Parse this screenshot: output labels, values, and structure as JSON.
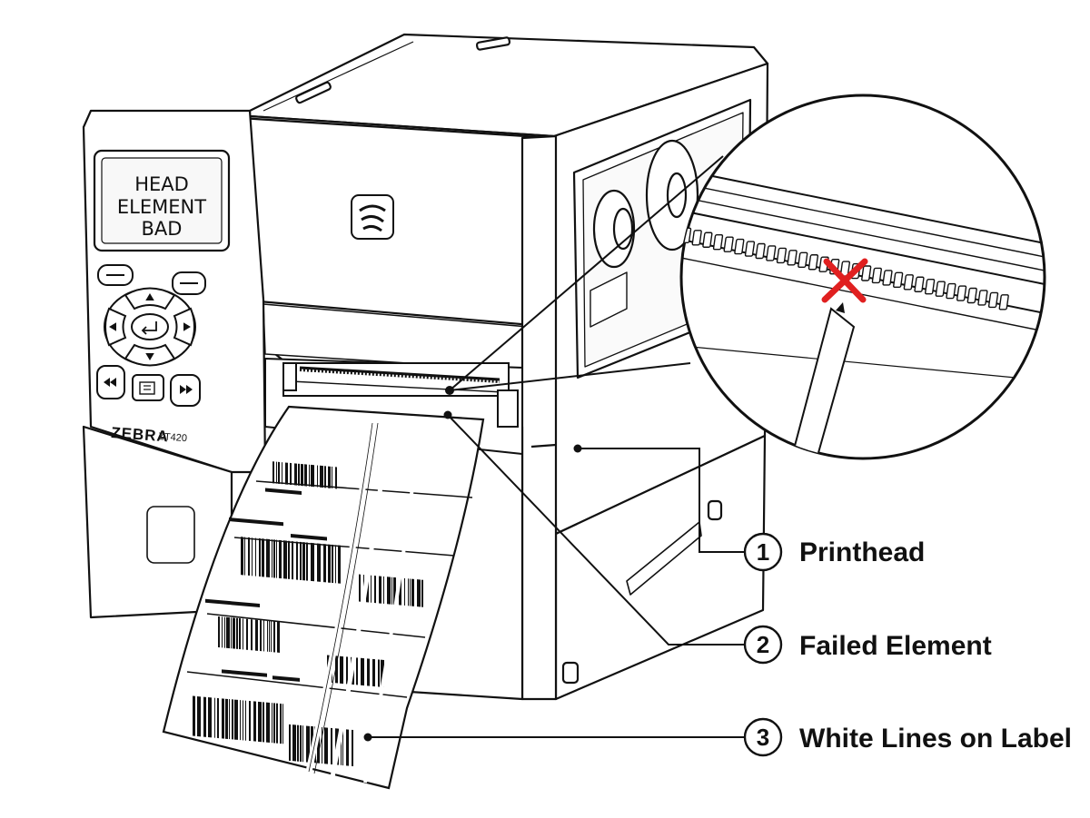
{
  "display": {
    "lines": [
      "HEAD",
      "ELEMENT",
      "BAD"
    ]
  },
  "branding": {
    "brand": "ZEBRA",
    "model": "ZT420"
  },
  "callouts": [
    {
      "number": "1",
      "label": "Printhead"
    },
    {
      "number": "2",
      "label": "Failed Element"
    },
    {
      "number": "3",
      "label": "White Lines on Label"
    }
  ],
  "colors": {
    "line": "#111111",
    "body": "#ffffff",
    "panel": "#f4f4f4",
    "failed_mark": "#e02020"
  },
  "icons": {
    "failed_mark": "red-x-icon",
    "keypad_center": "enter-icon",
    "left_button": "rewind-icon",
    "right_button": "fast-forward-icon",
    "middle_button": "feed-icon",
    "logo": "zebra-logo-icon"
  }
}
